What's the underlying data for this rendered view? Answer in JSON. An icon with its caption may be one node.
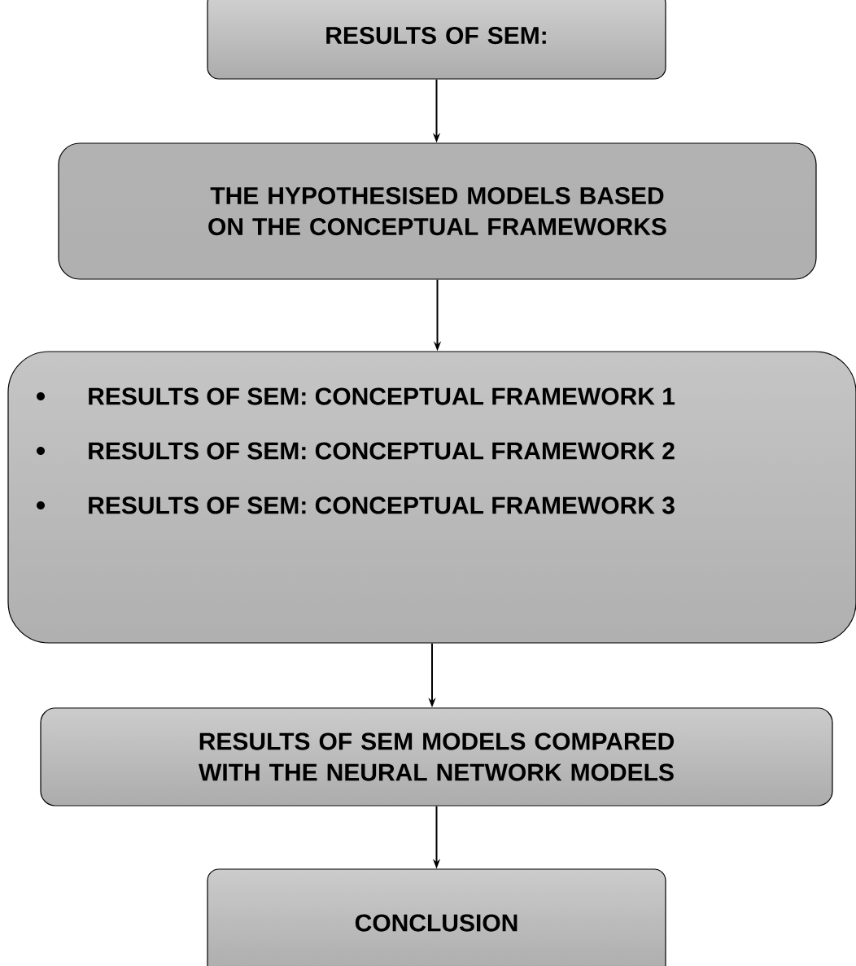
{
  "diagram": {
    "nodes": [
      {
        "text": [
          "RESULTS OF SEM:"
        ]
      },
      {
        "text": [
          "THE HYPOTHESISED MODELS BASED ON THE CONCEPTUAL FRAMEWORKS"
        ]
      },
      {
        "text": [
          "RESULTS OF SEM: CONCEPTUAL FRAMEWORK 1",
          "RESULTS OF SEM: CONCEPTUAL FRAMEWORK 2",
          "RESULTS OF SEM: CONCEPTUAL FRAMEWORK 3"
        ]
      },
      {
        "text": [
          "RESULTS OF SEM MODELS COMPARED WITH THE NEURAL NETWORK MODELS"
        ]
      },
      {
        "text": [
          "CONCLUSION"
        ]
      }
    ],
    "edges": [
      {
        "from": 0,
        "to": 1,
        "arrow": "to"
      },
      {
        "from": 1,
        "to": 2,
        "arrow": "to"
      },
      {
        "from": 2,
        "to": 3,
        "arrow": "to"
      },
      {
        "from": 3,
        "to": 4,
        "arrow": "to"
      }
    ]
  }
}
